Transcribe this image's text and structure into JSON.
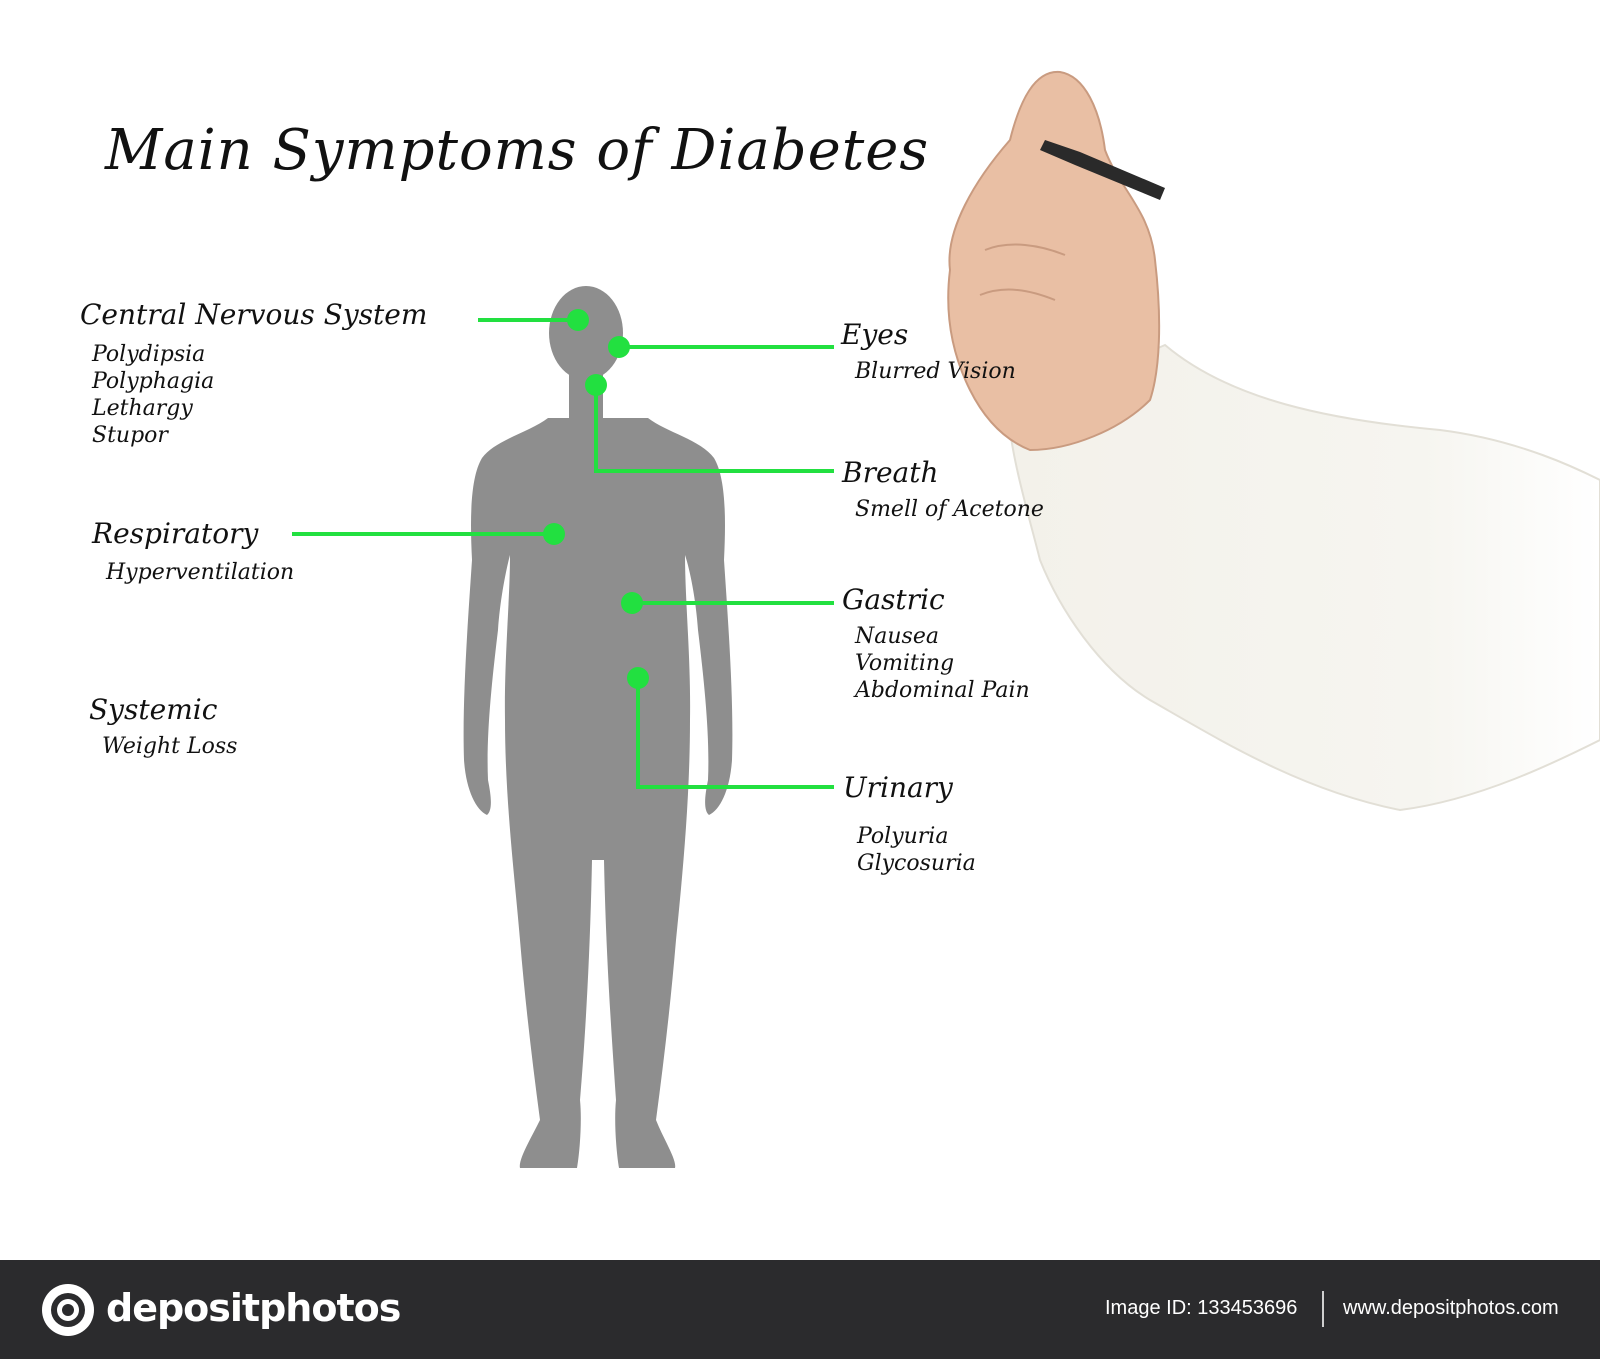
{
  "title": "Main Symptoms of Diabetes",
  "colors": {
    "connector": "#22e040",
    "silhouette": "#8e8e8e",
    "footer_bg": "#2b2b2d"
  },
  "categories": {
    "cns": {
      "label": "Central Nervous System",
      "items": [
        "Polydipsia",
        "Polyphagia",
        "Lethargy",
        "Stupor"
      ]
    },
    "respiratory": {
      "label": "Respiratory",
      "items": [
        "Hyperventilation"
      ]
    },
    "systemic": {
      "label": "Systemic",
      "items": [
        "Weight Loss"
      ]
    },
    "eyes": {
      "label": "Eyes",
      "items": [
        "Blurred Vision"
      ]
    },
    "breath": {
      "label": "Breath",
      "items": [
        "Smell of Acetone"
      ]
    },
    "gastric": {
      "label": "Gastric",
      "items": [
        "Nausea",
        "Vomiting",
        "Abdominal Pain"
      ]
    },
    "urinary": {
      "label": "Urinary",
      "items": [
        "Polyuria",
        "Glycosuria"
      ]
    }
  },
  "footer": {
    "brand": "depositphotos",
    "image_id": "Image ID: 133453696",
    "site": "www.depositphotos.com"
  }
}
